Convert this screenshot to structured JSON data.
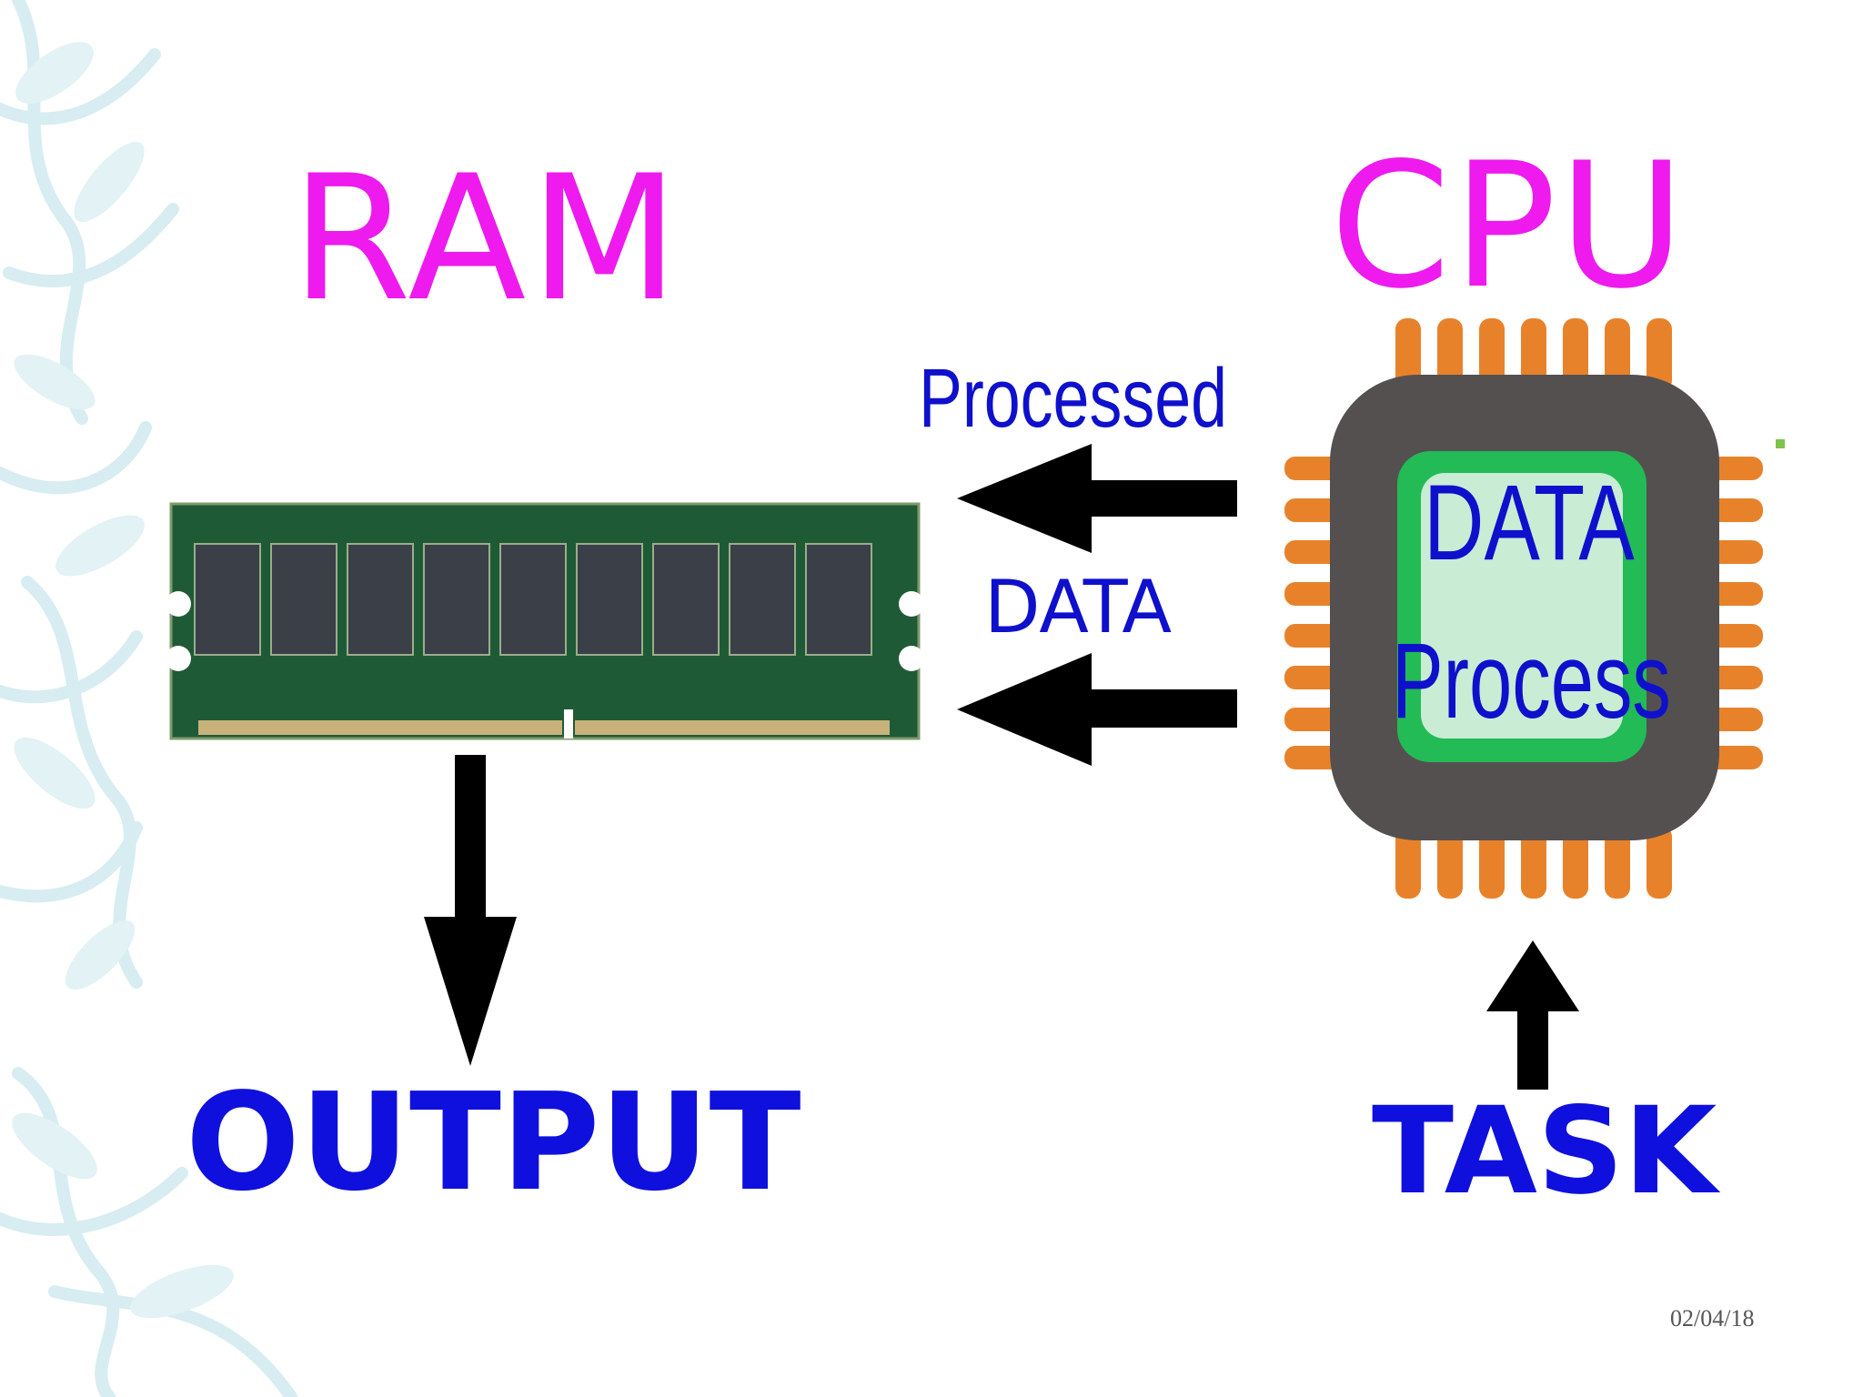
{
  "titles": {
    "ram": "RAM",
    "cpu": "CPU"
  },
  "arrows": {
    "processed_label": "Processed",
    "data_label": "DATA"
  },
  "chip": {
    "line1": "DATA",
    "line2": "Process"
  },
  "outputs": {
    "output": "OUTPUT",
    "task": "TASK"
  },
  "footer": {
    "date": "02/04/18"
  },
  "colors": {
    "title": "#ee1aee",
    "label": "#0f10cc",
    "ram_board": "#1f5a37",
    "chip_body": "#555050",
    "chip_pins": "#e8822a",
    "chip_core_border": "#22bb55",
    "chip_core_fill": "#c9ecd4",
    "decoration": "#d9eef2"
  }
}
